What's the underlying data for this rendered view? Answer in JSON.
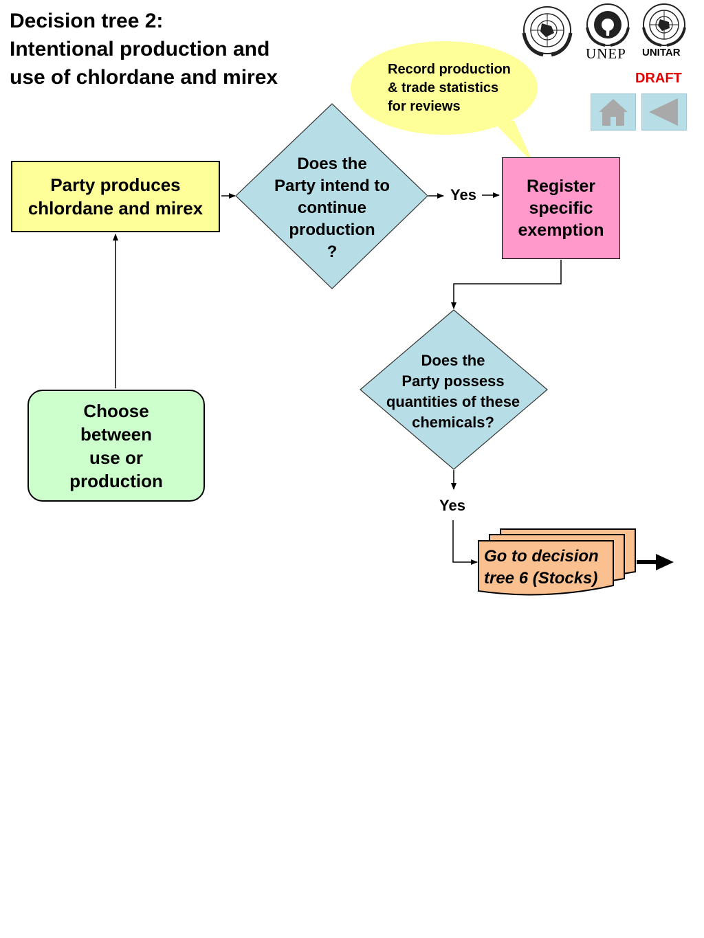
{
  "title": {
    "line1": "Decision tree 2:",
    "line2": "Intentional production and",
    "line3": "use of chlordane and mirex"
  },
  "header": {
    "draft_label": "DRAFT",
    "logos": [
      {
        "icon": "un-emblem-icon",
        "label": ""
      },
      {
        "icon": "unep-emblem-icon",
        "label": "UNEP"
      },
      {
        "icon": "unitar-emblem-icon",
        "label": "UNITAR"
      }
    ],
    "nav": {
      "home_icon": "home-icon",
      "back_icon": "back-arrow-icon"
    }
  },
  "nodes": {
    "party_produces": {
      "line1": "Party produces",
      "line2": "chlordane and mirex",
      "color": "#ffff99"
    },
    "decision_continue": {
      "line1": "Does the",
      "line2": "Party intend to",
      "line3": "continue",
      "line4": "production",
      "line5": "?",
      "color": "#b7dde6"
    },
    "register_exemption": {
      "line1": "Register",
      "line2": "specific",
      "line3": "exemption",
      "color": "#ff99cc"
    },
    "decision_possess": {
      "line1": "Does the",
      "line2": "Party possess",
      "line3": "quantities of these",
      "line4": "chemicals?",
      "color": "#b7dde6"
    },
    "choose": {
      "line1": "Choose",
      "line2": "between",
      "line3": "use or",
      "line4": "production",
      "color": "#ccffcc"
    },
    "goto_tree6": {
      "line1": "Go to decision",
      "line2": "tree 6 (Stocks)",
      "color": "#fac090"
    }
  },
  "callout": {
    "line1": "Record production",
    "line2": "& trade statistics",
    "line3": "for reviews",
    "color": "#ffff99"
  },
  "edge_labels": {
    "yes_1": "Yes",
    "yes_2": "Yes"
  }
}
